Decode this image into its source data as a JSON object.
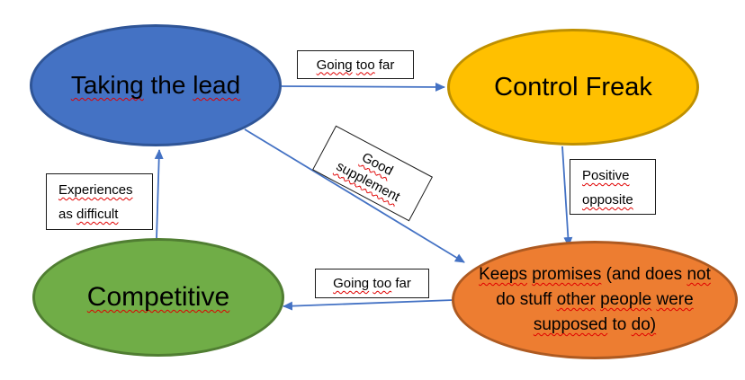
{
  "background": "#FFFFFF",
  "connector_color": "#4472C4",
  "squiggle_color": "#E00000",
  "nodes": {
    "taking_the_lead": {
      "label": "Taking the lead",
      "fill": "#4472C4",
      "stroke": "#2F5597",
      "label_lines": [
        {
          "text": "Taking the lead",
          "squiggle": [
            0,
            2
          ]
        }
      ]
    },
    "control_freak": {
      "label": "Control Freak",
      "fill": "#FFC000",
      "stroke": "#BF9000",
      "label_lines": [
        {
          "text": "Control Freak",
          "squiggle": []
        }
      ]
    },
    "competitive": {
      "label": "Competitive",
      "fill": "#70AD47",
      "stroke": "#507E32",
      "label_lines": [
        {
          "text": "Competitive",
          "squiggle": [
            0
          ]
        }
      ]
    },
    "keeps_promises": {
      "label": "Keeps promises (and does not do stuff other people were supposed to do)",
      "fill": "#ED7D31",
      "stroke": "#AE5A21",
      "label_lines": [
        {
          "text": "Keeps promises (and does not",
          "squiggle": [
            0,
            1,
            4
          ]
        },
        {
          "text": "do stuff other people were",
          "squiggle": [
            2,
            3,
            4
          ]
        },
        {
          "text": "supposed to do)",
          "squiggle": [
            0,
            2
          ]
        }
      ]
    }
  },
  "edge_labels": {
    "going_too_far_top": {
      "label": "Going too far",
      "label_lines": [
        {
          "text": "Going too far",
          "squiggle": [
            0,
            1
          ]
        }
      ]
    },
    "good_supplement": {
      "label": "Good supplement",
      "label_lines": [
        {
          "text": "Good",
          "squiggle": [
            0
          ]
        },
        {
          "text": "supplement",
          "squiggle": [
            0
          ]
        }
      ]
    },
    "positive_opposite": {
      "label": "Positive opposite",
      "label_lines": [
        {
          "text": "Positive",
          "squiggle": [
            0
          ]
        },
        {
          "text": "opposite",
          "squiggle": [
            0
          ]
        }
      ]
    },
    "experiences_as_difficult": {
      "label": "Experiences as difficult",
      "label_lines": [
        {
          "text": "Experiences",
          "squiggle": [
            0
          ]
        },
        {
          "text": "as difficult",
          "squiggle": [
            1
          ]
        }
      ]
    },
    "going_too_far_bottom": {
      "label": "Going too far",
      "label_lines": [
        {
          "text": "Going too far",
          "squiggle": [
            0,
            1
          ]
        }
      ]
    }
  },
  "edges": [
    {
      "from": "Taking the lead",
      "to": "Control Freak",
      "label": "Going too far"
    },
    {
      "from": "Control Freak",
      "to": "Keeps promises (and does not do stuff other people were supposed to do)",
      "label": "Positive opposite"
    },
    {
      "from": "Taking the lead",
      "to": "Keeps promises (and does not do stuff other people were supposed to do)",
      "label": "Good supplement"
    },
    {
      "from": "Keeps promises (and does not do stuff other people were supposed to do)",
      "to": "Competitive",
      "label": "Going too far"
    },
    {
      "from": "Competitive",
      "to": "Taking the lead",
      "label": "Experiences as difficult"
    }
  ]
}
